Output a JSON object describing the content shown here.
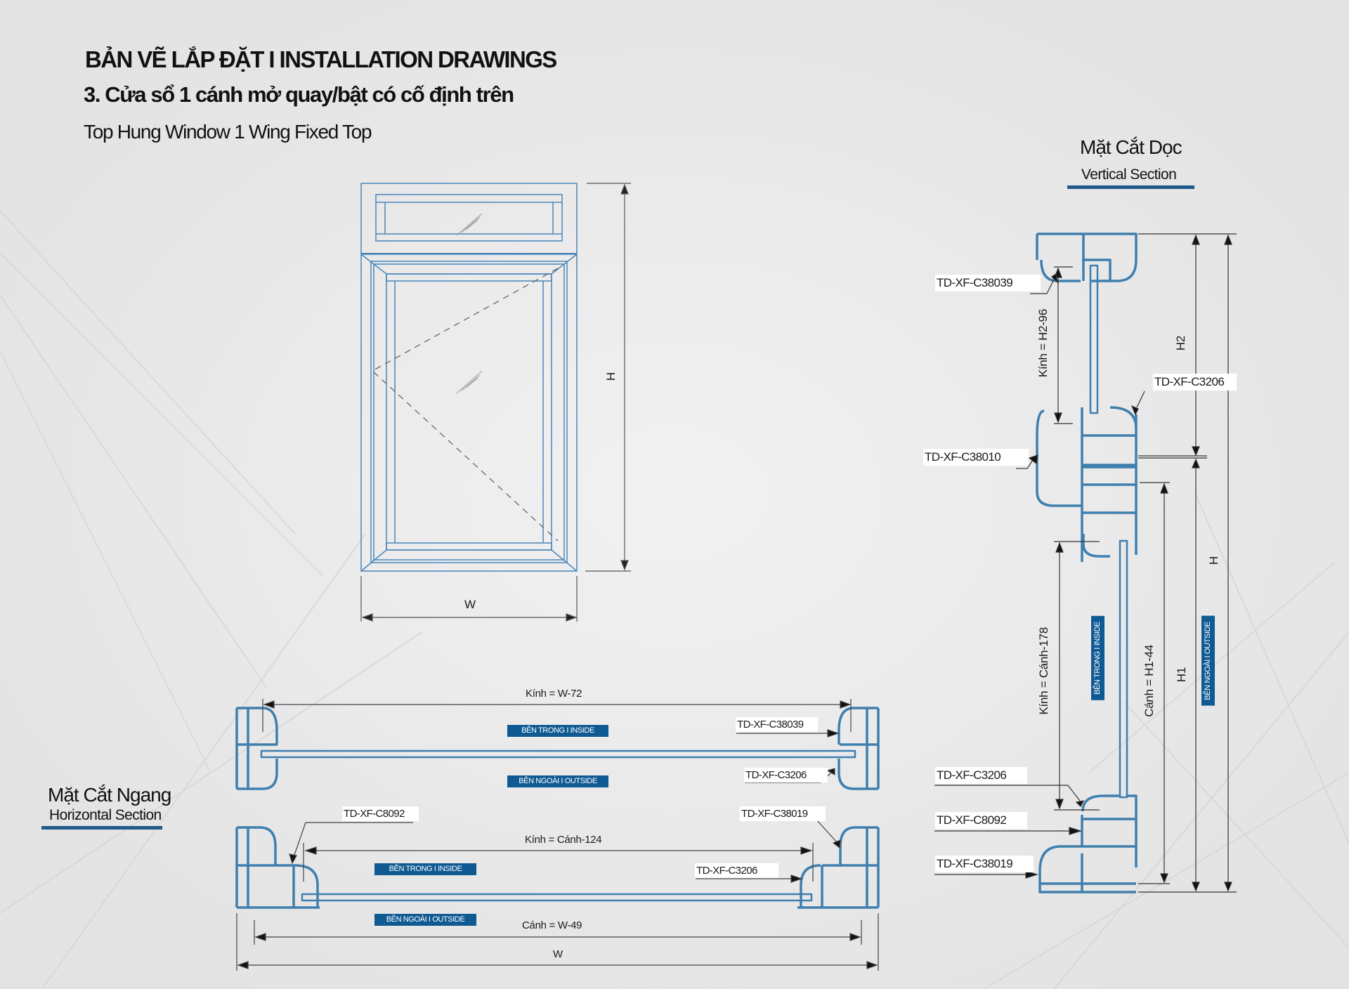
{
  "header": {
    "title": "BẢN VẼ LẮP ĐẶT  I  INSTALLATION DRAWINGS",
    "subtitle_vi": "3. Cửa sổ 1 cánh mở quay/bật có cố định trên",
    "subtitle_en": "Top Hung Window 1 Wing Fixed Top"
  },
  "elevation": {
    "width_label": "W",
    "height_label": "H"
  },
  "vertical_section": {
    "title_vi": "Mặt Cắt Dọc",
    "title_en": "Vertical Section",
    "part_labels": [
      "TD-XF-C38039",
      "TD-XF-C3206",
      "TD-XF-C38010",
      "TD-XF-C3206",
      "TD-XF-C8092",
      "TD-XF-C38019"
    ],
    "dims": {
      "glass_top": "Kính = H2-96",
      "h2": "H2",
      "h": "H",
      "glass_bottom": "Kính = Cánh-178",
      "sash": "Cánh = H1-44",
      "h1": "H1"
    },
    "badges": {
      "inside": "BÊN TRONG   I  INSIDE",
      "outside": "BÊN NGOÀI   I  OUTSIDE"
    }
  },
  "horizontal_section": {
    "title_vi": "Mặt Cắt Ngang",
    "title_en": "Horizontal Section",
    "top": {
      "glass_dim": "Kính = W-72",
      "labels": [
        "TD-XF-C38039",
        "TD-XF-C3206"
      ],
      "inside": "BÊN TRONG   I  INSIDE",
      "outside": "BÊN NGOÀI   I  OUTSIDE"
    },
    "bottom": {
      "glass_dim": "Kính = Cánh-124",
      "sash_dim": "Cánh = W-49",
      "width_dim": "W",
      "labels": [
        "TD-XF-C8092",
        "TD-XF-C38019",
        "TD-XF-C3206"
      ],
      "inside": "BÊN TRONG   I  INSIDE",
      "outside": "BÊN NGOÀI   I  OUTSIDE"
    }
  },
  "colors": {
    "profile": "#3f7fae",
    "badge": "#0f5a93",
    "underline": "#1f5a8a",
    "background": "#e9e9ea"
  }
}
